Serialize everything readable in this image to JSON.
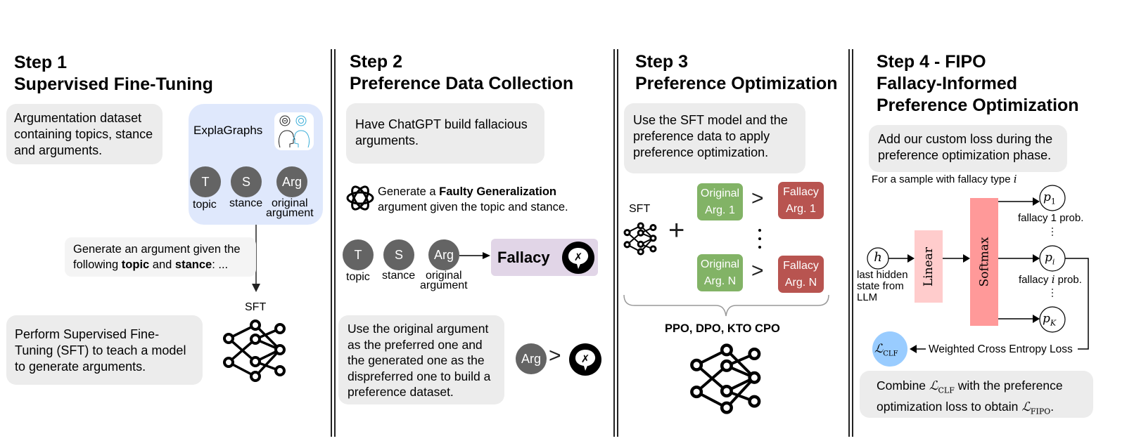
{
  "step1": {
    "step": "Step 1",
    "title": "Supervised Fine-Tuning",
    "dataset_box": "Argumentation dataset containing topics, stance and arguments.",
    "dataset_name": "ExplaGraphs",
    "circles": [
      {
        "symbol": "T",
        "label": "topic"
      },
      {
        "symbol": "S",
        "label": "stance"
      },
      {
        "symbol": "Arg",
        "label_line1": "original",
        "label_line2": "argument"
      }
    ],
    "prompt_pre": "Generate an argument given the following ",
    "prompt_bold1": "topic",
    "prompt_mid": " and ",
    "prompt_bold2": "stance",
    "prompt_post": ": ...",
    "model_label": "SFT",
    "sft_box": "Perform Supervised Fine-Tuning (SFT) to teach a model to generate arguments."
  },
  "step2": {
    "step": "Step 2",
    "title": "Preference Data Collection",
    "chatgpt_box": "Have ChatGPT build fallacious arguments.",
    "gen_pre": "Generate a ",
    "gen_bold": "Faulty Generalization",
    "gen_post": "argument given the topic and stance.",
    "circles": [
      {
        "symbol": "T",
        "label": "topic"
      },
      {
        "symbol": "S",
        "label": "stance"
      },
      {
        "symbol": "Arg",
        "label_line1": "original",
        "label_line2": "argument"
      }
    ],
    "fallacy_label": "Fallacy",
    "pref_box": "Use the original argument as the preferred one and the generated one as the dispreferred one to build a preference dataset.",
    "pref_arg": "Arg",
    "gt": ">"
  },
  "step3": {
    "step": "Step 3",
    "title": "Preference Optimization",
    "desc_box": "Use the SFT model and the preference data to apply preference optimization.",
    "model_label": "SFT",
    "plus": "+",
    "pairs": [
      {
        "preferred_l1": "Original",
        "preferred_l2": "Arg. 1",
        "dispreferred_l1": "Fallacy",
        "dispreferred_l2": "Arg. 1"
      },
      {
        "preferred_l1": "Original",
        "preferred_l2": "Arg. N",
        "dispreferred_l1": "Fallacy",
        "dispreferred_l2": "Arg. N"
      }
    ],
    "gt": ">",
    "ellipsis": "⋮",
    "methods": "PPO, DPO, KTO CPO",
    "colors": {
      "preferred": "#82b366",
      "dispreferred": "#b85450"
    }
  },
  "step4": {
    "step": "Step 4 - FIPO",
    "title_line1": "Fallacy-Informed",
    "title_line2": "Preference Optimization",
    "desc_box": "Add our custom loss during the preference optimization phase.",
    "sample_label": "For a sample with fallacy type",
    "sample_var": "i",
    "h_var": "h",
    "h_label_l1": "last hidden",
    "h_label_l2": "state from",
    "h_label_l3": "LLM",
    "linear": "Linear",
    "softmax": "Softmax",
    "outputs": [
      {
        "var": "p",
        "sub": "1",
        "label": "fallacy 1 prob."
      },
      {
        "var": "p",
        "sub": "i",
        "label_pre": "fallacy ",
        "label_var": "i",
        "label_post": " prob."
      },
      {
        "var": "p",
        "sub": "K"
      }
    ],
    "loss_var": "ℒ",
    "loss_sub": "CLF",
    "loss_label": "Weighted Cross Entropy Loss",
    "combine_pre": "Combine ",
    "combine_mid": " with the preference",
    "combine_l2": "optimization loss to obtain ",
    "fipo_sub": "FIPO",
    "combine_end": ".",
    "colors": {
      "linear": "#ffcccc",
      "softmax": "#ff9999",
      "loss": "#99ccff"
    }
  }
}
